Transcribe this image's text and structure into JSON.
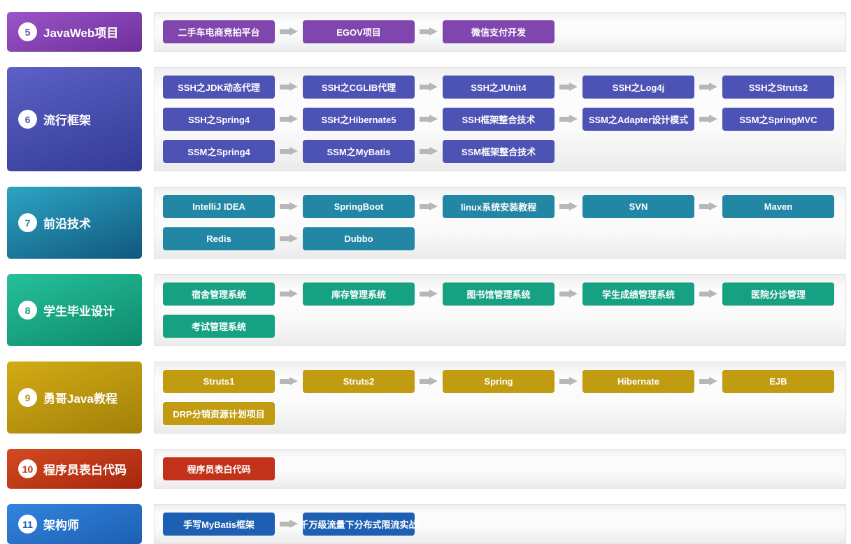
{
  "page": {
    "background": "#ffffff",
    "arrow_color": "#b7b7b7",
    "panel_border": "#e3e3e3"
  },
  "sections": [
    {
      "number": "5",
      "title": "JavaWeb项目",
      "header_gradient_top": "#9b55c6",
      "header_gradient_bottom": "#6e2f9c",
      "button_color": "#8046ae",
      "number_color": "#8040ae",
      "rows": [
        [
          "二手车电商竞拍平台",
          "EGOV项目",
          "微信支付开发"
        ]
      ]
    },
    {
      "number": "6",
      "title": "流行框架",
      "header_gradient_top": "#5c62c6",
      "header_gradient_bottom": "#343a95",
      "button_color": "#4d52b5",
      "number_color": "#4a50b2",
      "rows": [
        [
          "SSH之JDK动态代理",
          "SSH之CGLIB代理",
          "SSH之JUnit4",
          "SSH之Log4j",
          "SSH之Struts2"
        ],
        [
          "SSH之Spring4",
          "SSH之Hibernate5",
          "SSH框架整合技术",
          "SSM之Adapter设计模式",
          "SSM之SpringMVC"
        ],
        [
          "SSM之Spring4",
          "SSM之MyBatis",
          "SSM框架整合技术"
        ]
      ]
    },
    {
      "number": "7",
      "title": "前沿技术",
      "header_gradient_top": "#2da4c4",
      "header_gradient_bottom": "#10587d",
      "button_color": "#2187a4",
      "number_color": "#1b87a5",
      "rows": [
        [
          "IntelliJ IDEA",
          "SpringBoot",
          "linux系统安装教程",
          "SVN",
          "Maven"
        ],
        [
          "Redis",
          "Dubbo"
        ]
      ]
    },
    {
      "number": "8",
      "title": "学生毕业设计",
      "header_gradient_top": "#26c09a",
      "header_gradient_bottom": "#0d8a6c",
      "button_color": "#17a183",
      "number_color": "#14a181",
      "rows": [
        [
          "宿舍管理系统",
          "库存管理系统",
          "图书馆管理系统",
          "学生成绩管理系统",
          "医院分诊管理"
        ],
        [
          "考试管理系统"
        ]
      ]
    },
    {
      "number": "9",
      "title": "勇哥Java教程",
      "header_gradient_top": "#d3ab13",
      "header_gradient_bottom": "#a2800a",
      "button_color": "#c19b10",
      "number_color": "#bb950e",
      "rows": [
        [
          "Struts1",
          "Struts2",
          "Spring",
          "Hibernate",
          "EJB"
        ],
        [
          "DRP分销资源计划项目"
        ]
      ]
    },
    {
      "number": "10",
      "title": "程序员表白代码",
      "header_gradient_top": "#d44a20",
      "header_gradient_bottom": "#a6260e",
      "button_color": "#c23119",
      "number_color": "#c23018",
      "rows": [
        [
          "程序员表白代码"
        ]
      ]
    },
    {
      "number": "11",
      "title": "架构师",
      "header_gradient_top": "#3185dc",
      "header_gradient_bottom": "#1d5fb4",
      "button_color": "#1d60b3",
      "number_color": "#1d60b4",
      "rows": [
        [
          "手写MyBatis框架",
          "千万级流量下分布式限流实战"
        ]
      ]
    }
  ]
}
